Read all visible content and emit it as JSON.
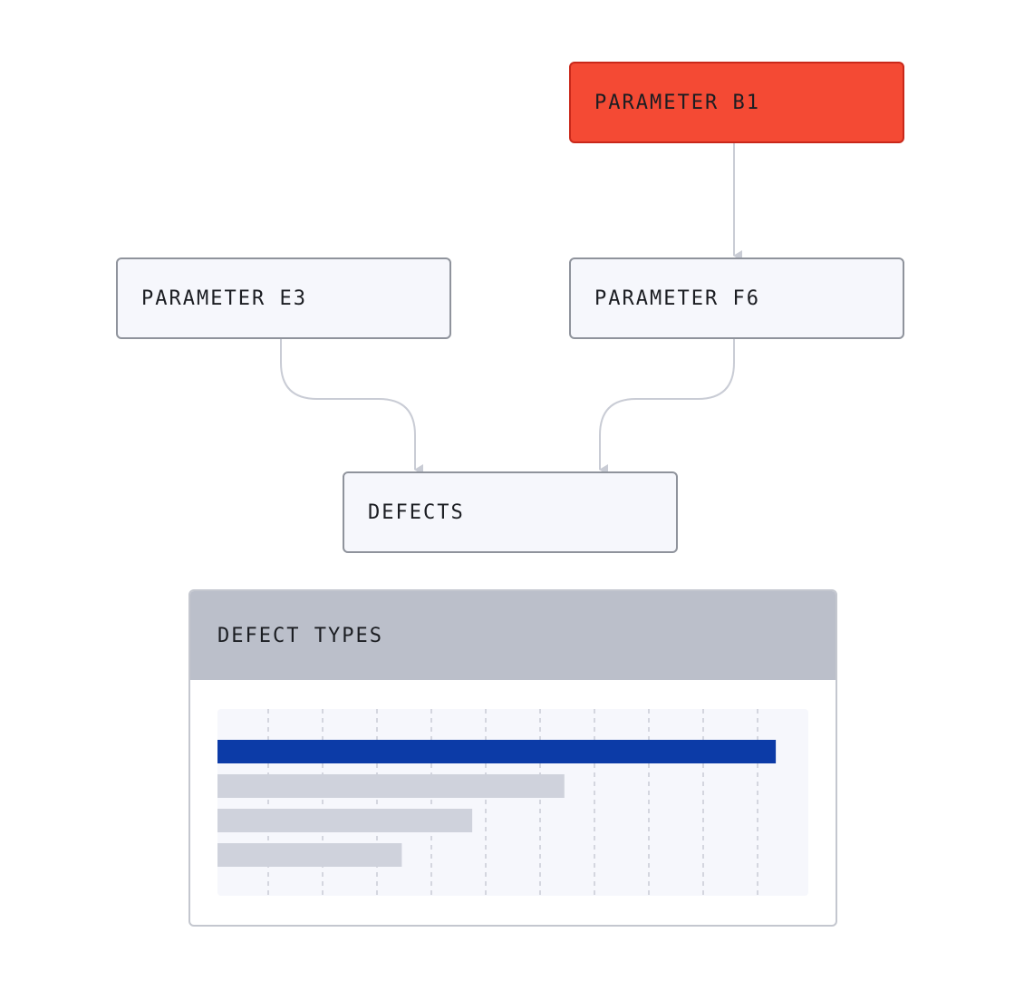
{
  "nodes": {
    "b1": {
      "label": "PARAMETER B1"
    },
    "e3": {
      "label": "PARAMETER E3"
    },
    "f6": {
      "label": "PARAMETER F6"
    },
    "defects": {
      "label": "DEFECTS"
    }
  },
  "edges": [
    {
      "from": "b1",
      "to": "f6"
    },
    {
      "from": "e3",
      "to": "defects"
    },
    {
      "from": "f6",
      "to": "defects"
    }
  ],
  "panel": {
    "title": "DEFECT TYPES"
  },
  "chart_data": {
    "type": "bar",
    "orientation": "horizontal",
    "values": [
      10.3,
      6.4,
      4.7,
      3.4
    ],
    "highlight_index": 0,
    "xlim": [
      0,
      10.9
    ],
    "grid": true,
    "colors": {
      "highlight": "#0c3ba7",
      "default": "#cfd2dc"
    }
  },
  "colors": {
    "highlight_node": "#f44a34",
    "node_fill": "#f6f7fc",
    "node_border": "#8f939c",
    "connector": "#c9ccd5"
  }
}
